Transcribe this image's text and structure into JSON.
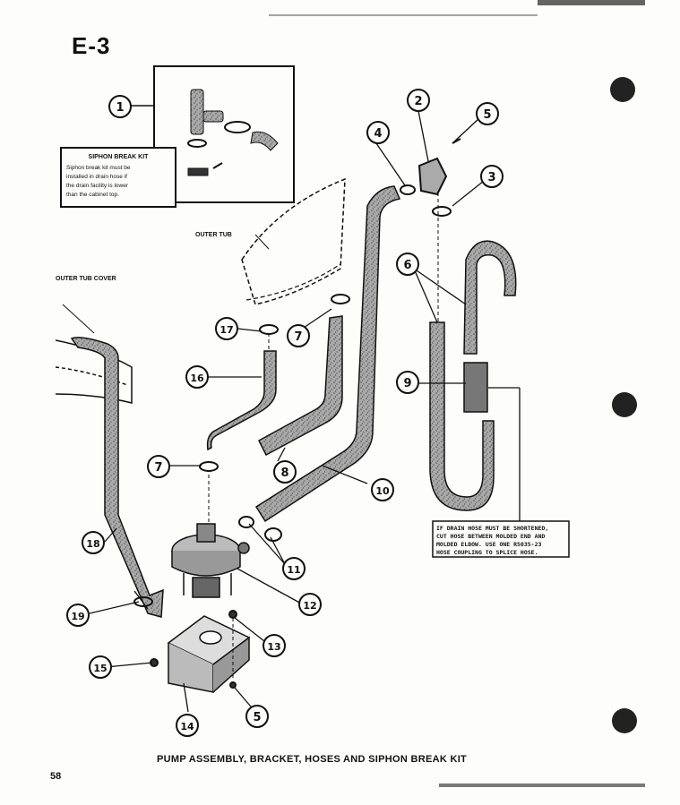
{
  "header": {
    "page_code": "E-3"
  },
  "kit_box": {
    "title": "SIPHON BREAK KIT",
    "lines": [
      "Siphon break kit must be",
      "installed in drain hose if",
      "the drain facility is lower",
      "than the cabinet top."
    ]
  },
  "labels": {
    "outer_tub": "OUTER TUB",
    "outer_tub_cover": "OUTER TUB COVER"
  },
  "note": {
    "lines": [
      "IF DRAIN HOSE MUST BE SHORTENED,",
      "CUT HOSE BETWEEN MOLDED END AND",
      "MOLDED ELBOW.  USE ONE R5035-23",
      "HOSE COUPLING TO SPLICE HOSE."
    ]
  },
  "callouts": {
    "c1": "1",
    "c2": "2",
    "c3": "3",
    "c4": "4",
    "c5a": "5",
    "c5b": "5",
    "c6": "6",
    "c7a": "7",
    "c7b": "7",
    "c8": "8",
    "c9": "9",
    "c10": "10",
    "c11": "11",
    "c12": "12",
    "c13": "13",
    "c14": "14",
    "c15": "15",
    "c16": "16",
    "c17": "17",
    "c18": "18",
    "c19": "19"
  },
  "footer": {
    "caption": "PUMP ASSEMBLY, BRACKET, HOSES AND SIPHON BREAK KIT",
    "page_number": "58"
  },
  "colors": {
    "ink": "#111111",
    "hose_fill": "#9a9a9a",
    "paper": "#fdfdfb"
  }
}
